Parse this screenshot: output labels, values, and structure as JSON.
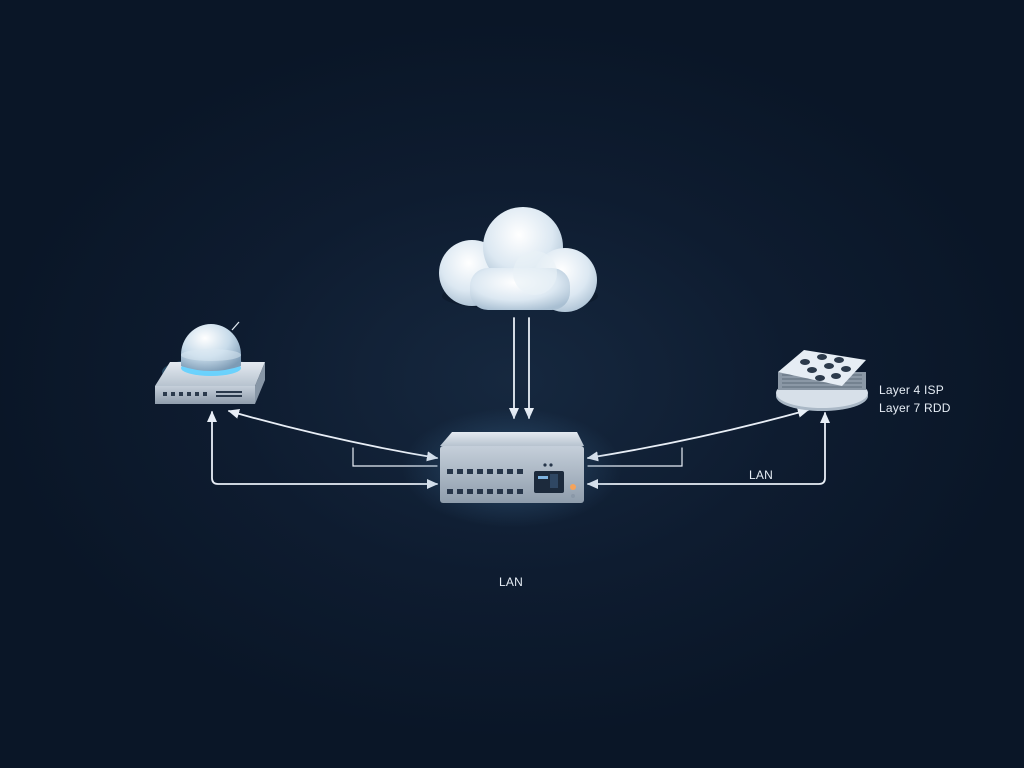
{
  "labels": {
    "layer4": "Layer 4 ISP",
    "layer7": "Layer 7 RDD",
    "lan_right": "LAN",
    "lan_bottom": "LAN"
  },
  "colors": {
    "background": "#0f1e33",
    "line": "#e8eef6",
    "device_body": "#c9d3de",
    "glow": "#7fd6ff",
    "led": "#f5a35a"
  },
  "nodes": [
    {
      "name": "cloud",
      "icon": "cloud-icon"
    },
    {
      "name": "router",
      "icon": "router-dome-icon"
    },
    {
      "name": "switch",
      "icon": "network-switch-icon"
    },
    {
      "name": "hub",
      "icon": "hub-device-icon"
    }
  ]
}
